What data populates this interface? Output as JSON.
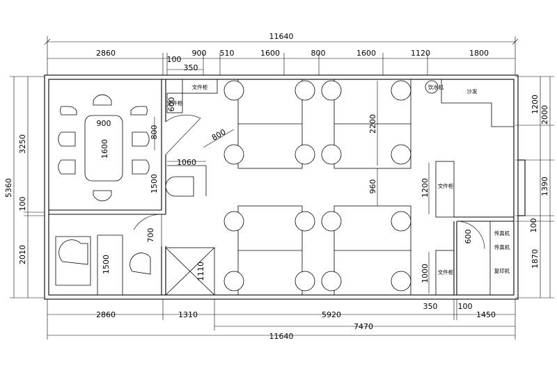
{
  "dimensions": {
    "top": {
      "total": "11640",
      "segments": [
        "2860",
        "100",
        "900",
        "510",
        "1600",
        "800",
        "1600",
        "1120",
        "1800"
      ],
      "sub": "350"
    },
    "bottom": {
      "segments": [
        "2860",
        "1310",
        "5920",
        "350",
        "100",
        "1450"
      ],
      "mid": "7470",
      "total": "11640"
    },
    "left": {
      "total": "5360",
      "segments": [
        "3250",
        "100",
        "2010"
      ]
    },
    "right": {
      "segments": [
        "1200",
        "2000",
        "1390",
        "100",
        "1870"
      ]
    },
    "interior": {
      "conf_width": "900",
      "conf_length": "1600",
      "door_800": "800",
      "dim_1500": "1500",
      "dim_1060": "1060",
      "dim_600": "600",
      "diag_800": "800",
      "dim_2200": "2200",
      "dim_960": "960",
      "dim_1200": "1200",
      "dim_1000": "1000",
      "dim_700": "700",
      "dim_1110": "1110",
      "manager_1500": "1500",
      "right_600": "600"
    }
  },
  "labels": {
    "cabinet_top": "文件柜",
    "cabinet_small": "文件柜",
    "water": "饮水机",
    "sofa": "沙发",
    "cabinet_right": "文件柜",
    "cabinet_right2": "文件柜",
    "fax1": "传真机",
    "fax2": "传真机",
    "copier": "复印机"
  }
}
